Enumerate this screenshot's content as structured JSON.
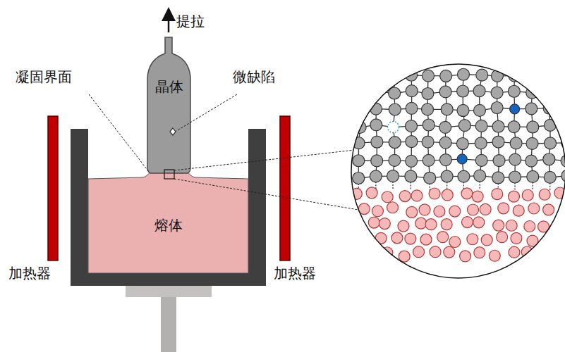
{
  "diagram": {
    "nodes": [
      {
        "text": [
          "晶体"
        ]
      },
      {
        "text": [
          "熔体"
        ]
      }
    ],
    "labels": [
      "提拉",
      "凝固界面",
      "微缺陷",
      "加热器",
      "加热器"
    ]
  }
}
